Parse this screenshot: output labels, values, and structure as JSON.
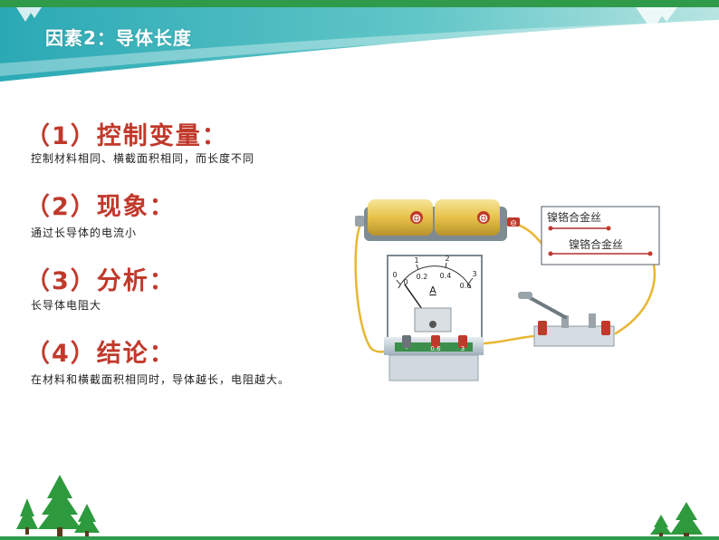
{
  "header": {
    "title": "因素2：导体长度"
  },
  "sections": [
    {
      "heading": "（1）控制变量：",
      "text": "控制材料相同、横截面积相同，而长度不同"
    },
    {
      "heading": "（2）现象：",
      "text": "通过长导体的电流小"
    },
    {
      "heading": "（3）分析：",
      "text": "长导体电阻大"
    },
    {
      "heading": "（4）结论：",
      "text": "在材料和横截面积相同时，导体越长，电阻越大。"
    }
  ],
  "diagram": {
    "wire_short_label": "镍铬合金丝",
    "wire_long_label": "镍铬合金丝",
    "battery_plus_symbol": "⊕",
    "battery_minus_symbol": "⊖",
    "ammeter_unit": "A",
    "ammeter_scale_outer": [
      "0",
      "1",
      "2",
      "3"
    ],
    "ammeter_scale_inner": [
      "0",
      "0.2",
      "0.4",
      "0.6"
    ],
    "ammeter_terminals": [
      "-",
      "0.6",
      "3"
    ],
    "needle_reading_fraction": 0.18
  },
  "colors": {
    "header_teal": "#3cb8b0",
    "heading_red": "#c0392b",
    "tree_green": "#2e9a3e",
    "wire_yellow": "#e8b631"
  },
  "icons": [
    "tree-icon",
    "battery-icon",
    "ammeter-icon",
    "switch-icon"
  ]
}
